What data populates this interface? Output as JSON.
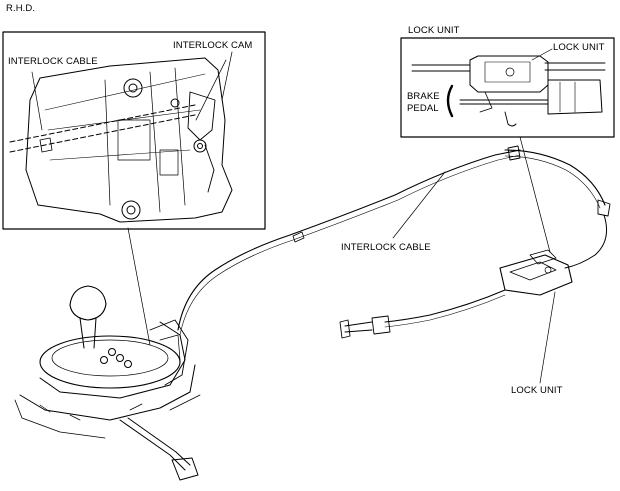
{
  "header": {
    "variant": "R.H.D."
  },
  "inset_left": {
    "interlock_cable_label": "INTERLOCK CABLE",
    "interlock_cam_label": "INTERLOCK CAM"
  },
  "inset_right": {
    "title": "LOCK UNIT",
    "lock_unit_label": "LOCK UNIT",
    "brake_pedal_line1": "BRAKE",
    "brake_pedal_line2": "PEDAL"
  },
  "main": {
    "interlock_cable_label": "INTERLOCK CABLE",
    "lock_unit_label": "LOCK UNIT"
  }
}
